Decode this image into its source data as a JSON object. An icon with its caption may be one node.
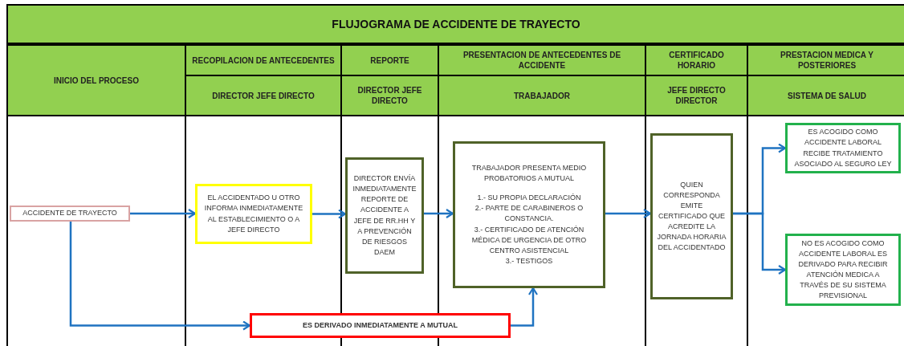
{
  "diagram": {
    "title": "FLUJOGRAMA DE ACCIDENTE DE TRAYECTO",
    "nodes": [
      {
        "text": [
          "ACCIDENTE DE TRAYECTO"
        ]
      },
      {
        "text": [
          "EL ACCIDENTADO U OTRO INFORMA INMEDIATAMENTE AL ESTABLECIMIENTO O A JEFE DIRECTO"
        ]
      },
      {
        "text": [
          "DIRECTOR ENVÍA INMEDIATAMENTE REPORTE DE ACCIDENTE A JEFE DE RR.HH Y A PREVENCIÓN DE RIESGOS DAEM"
        ]
      },
      {
        "text": [
          "TRABAJADOR PRESENTA MEDIO PROBATORIOS A MUTUAL",
          "1.- SU PROPIA DECLARACIÓN",
          "2.- PARTE DE CARABINEROS O CONSTANCIA.",
          "3.- CERTIFICADO DE ATENCIÓN MÉDICA DE URGENCIA DE OTRO CENTRO ASISTENCIAL",
          "3.- TESTIGOS"
        ]
      },
      {
        "text": [
          "QUIEN CORRESPONDA EMITE CERTIFICADO QUE ACREDITE LA JORNADA HORARIA DEL ACCIDENTADO"
        ]
      },
      {
        "text": [
          "ES ACOGIDO COMO ACCIDENTE LABORAL RECIBE TRATAMIENTO ASOCIADO AL SEGURO LEY"
        ]
      },
      {
        "text": [
          "NO ES ACOGIDO COMO ACCIDENTE LABORAL ES DERIVADO PARA RECIBIR ATENCIÓN MEDICA A TRAVÉS DE SU SISTEMA PREVISIONAL"
        ]
      },
      {
        "text": [
          "ES DERIVADO INMEDIATAMENTE A MUTUAL"
        ]
      }
    ],
    "edges": [
      {
        "from": 0,
        "to": 1,
        "arrow": "to"
      },
      {
        "from": 1,
        "to": 2,
        "arrow": "to"
      },
      {
        "from": 2,
        "to": 3,
        "arrow": "to"
      },
      {
        "from": 3,
        "to": 4,
        "arrow": "to"
      },
      {
        "from": 4,
        "to": 5,
        "arrow": "to"
      },
      {
        "from": 4,
        "to": 6,
        "arrow": "to"
      },
      {
        "from": 0,
        "to": 7,
        "arrow": "to"
      },
      {
        "from": 7,
        "to": 3,
        "arrow": "to"
      }
    ],
    "labels": [
      "INICIO DEL PROCESO",
      "RECOPILACION DE ANTECEDENTES",
      "REPORTE",
      "PRESENTACION DE ANTECEDENTES DE ACCIDENTE",
      "CERTIFICADO HORARIO",
      "PRESTACION MEDICA Y POSTERIORES",
      "DIRECTOR JEFE DIRECTO",
      "DIRECTOR JEFE DIRECTO",
      "TRABAJADOR",
      "JEFE DIRECTO DIRECTOR",
      "SISTEMA DE SALUD"
    ]
  }
}
